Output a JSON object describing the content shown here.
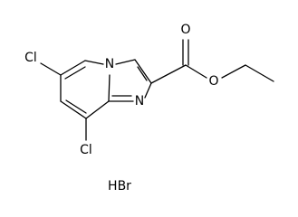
{
  "molecule": {
    "atom_labels": {
      "cl_top": "Cl",
      "cl_bottom": "Cl",
      "n_bridge": "N",
      "n_imine": "N",
      "o_carbonyl": "O",
      "o_ester": "O"
    },
    "salt_label": "HBr"
  }
}
